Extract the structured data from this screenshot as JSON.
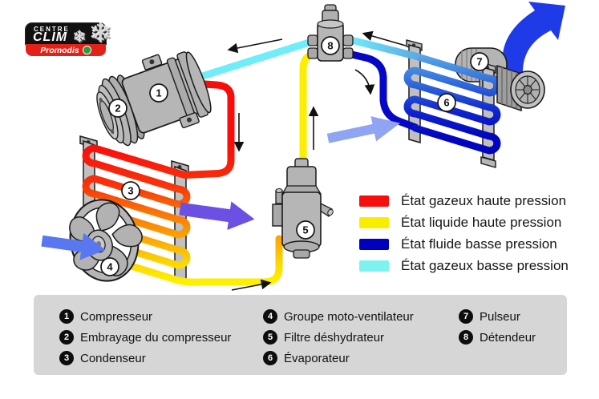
{
  "logo": {
    "line_top": "CENTRE",
    "line_main": "CLIM",
    "brand": "Promodis",
    "snowflake": "❄"
  },
  "flow_legend": {
    "items": [
      {
        "color": "#F80D0D",
        "label": "État gazeux haute pression"
      },
      {
        "color": "#FAEE00",
        "label": "État liquide haute pression"
      },
      {
        "color": "#0000BE",
        "label": "État fluide basse pression"
      },
      {
        "color": "#7DF2EF",
        "label": "État gazeux basse pression"
      }
    ]
  },
  "components": [
    {
      "num": "1",
      "label": "Compresseur"
    },
    {
      "num": "2",
      "label": "Embrayage du compresseur"
    },
    {
      "num": "3",
      "label": "Condenseur"
    },
    {
      "num": "4",
      "label": "Groupe moto-ventilateur"
    },
    {
      "num": "5",
      "label": "Filtre déshydrateur"
    },
    {
      "num": "6",
      "label": "Évaporateur"
    },
    {
      "num": "7",
      "label": "Pulseur"
    },
    {
      "num": "8",
      "label": "Détendeur"
    }
  ]
}
